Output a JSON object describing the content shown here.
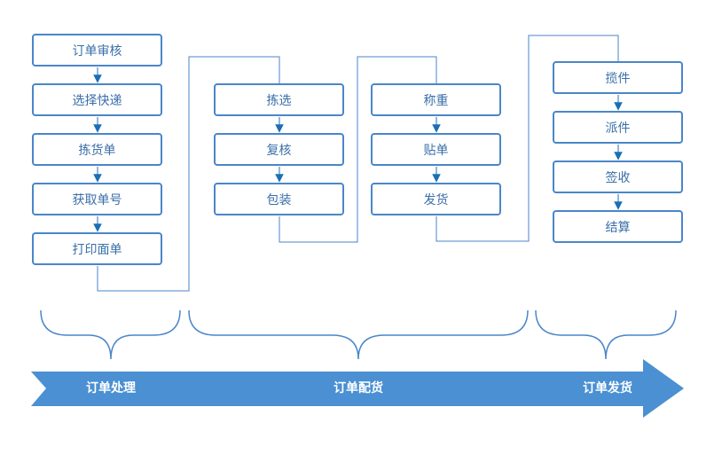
{
  "columns": [
    {
      "steps": [
        "订单审核",
        "选择快递",
        "拣货单",
        "获取单号",
        "打印面单"
      ]
    },
    {
      "steps": [
        "拣选",
        "复核",
        "包装"
      ]
    },
    {
      "steps": [
        "称重",
        "贴单",
        "发货"
      ]
    },
    {
      "steps": [
        "揽件",
        "派件",
        "签收",
        "结算"
      ]
    }
  ],
  "phases": [
    "订单处理",
    "订单配货",
    "订单发货"
  ],
  "colors": {
    "box_border": "#4a86c8",
    "box_text": "#3a6fa8",
    "connector": "#4a86c8",
    "arrow_fill": "#4a90d2",
    "phase_text": "#ffffff"
  }
}
